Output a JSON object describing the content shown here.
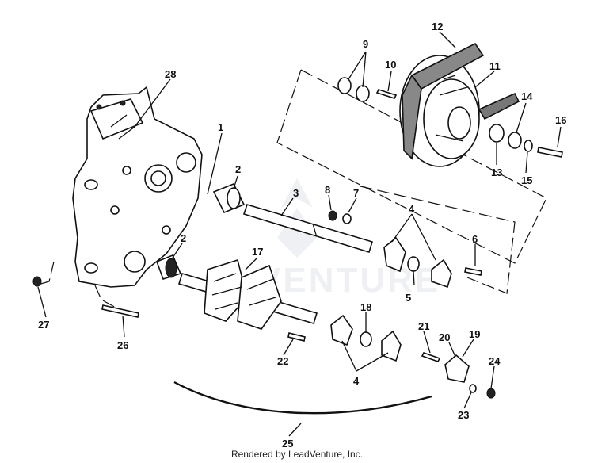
{
  "diagram": {
    "callouts": [
      "1",
      "2",
      "2",
      "3",
      "4",
      "4",
      "5",
      "6",
      "7",
      "8",
      "9",
      "10",
      "11",
      "12",
      "13",
      "14",
      "15",
      "16",
      "17",
      "18",
      "19",
      "20",
      "21",
      "22",
      "23",
      "24",
      "25",
      "26",
      "27",
      "28"
    ],
    "watermark": "VENTURE"
  },
  "footer": {
    "credit": "Rendered by LeadVenture, Inc."
  }
}
